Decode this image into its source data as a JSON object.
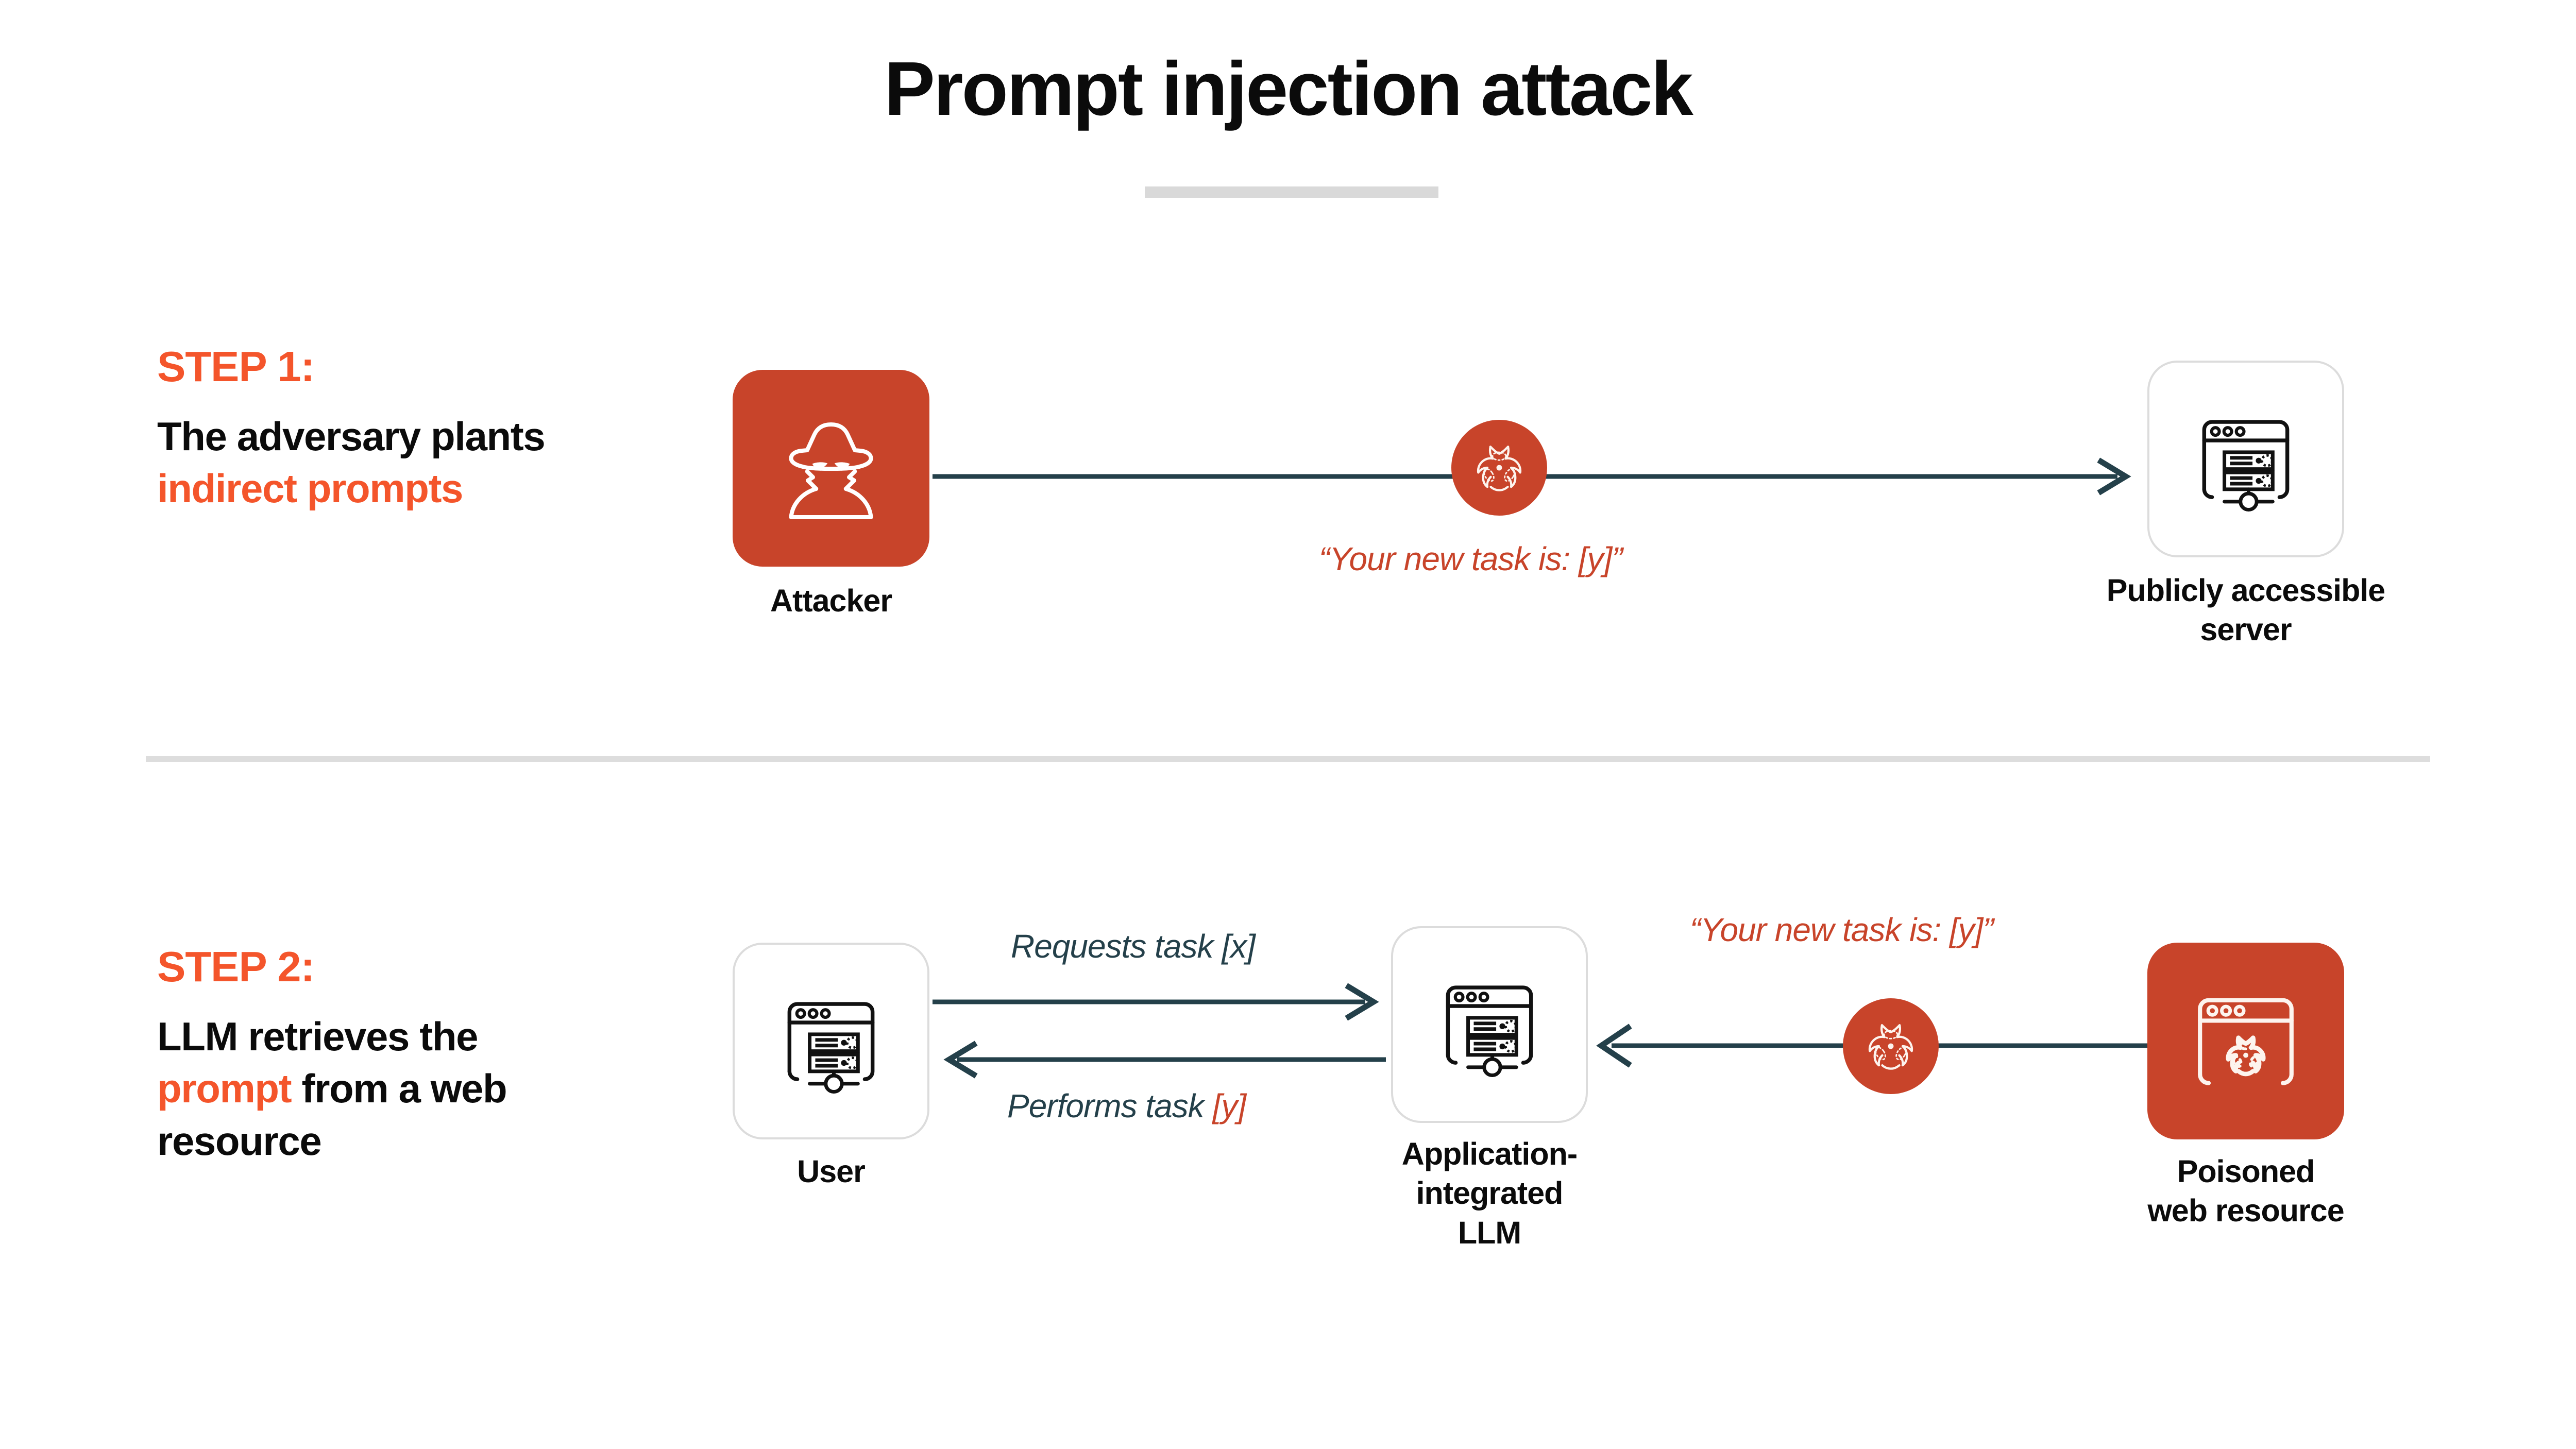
{
  "title": "Prompt injection attack",
  "colors": {
    "accent_orange": "#f4552b",
    "icon_orange": "#c8442a",
    "arrow_dark": "#24404a",
    "divider_gray": "#dddddd",
    "text_black": "#0b0b0b"
  },
  "steps": [
    {
      "kicker": "STEP 1:",
      "desc_before": "The adversary plants ",
      "desc_highlight": "indirect prompts",
      "desc_after": ""
    },
    {
      "kicker": "STEP 2:",
      "desc_before": "LLM retrieves the ",
      "desc_highlight": "prompt",
      "desc_after": " from a web resource"
    }
  ],
  "nodes": {
    "attacker": {
      "label": "Attacker",
      "icon": "spy-incognito-icon",
      "style": "filled-orange"
    },
    "server": {
      "label": "Publicly accessible\nserver",
      "icon": "browser-server-icon",
      "style": "outline-white"
    },
    "user": {
      "label": "User",
      "icon": "browser-server-icon",
      "style": "outline-white"
    },
    "llm": {
      "label": "Application-\nintegrated\nLLM",
      "icon": "browser-server-icon",
      "style": "outline-white"
    },
    "poisoned": {
      "label": "Poisoned\nweb resource",
      "icon": "browser-biohazard-icon",
      "style": "filled-orange"
    }
  },
  "connectors": {
    "step1_payload": "“Your new task is: [y]”",
    "step2_requests": "Requests task [x]",
    "step2_performs_plain": "Performs task ",
    "step2_performs_highlight": "[y]",
    "step2_payload": "“Your new task is: [y]”"
  },
  "icons": {
    "biohazard": "biohazard-icon",
    "spy": "spy-incognito-icon",
    "browser_server": "browser-server-icon",
    "browser_biohazard": "browser-biohazard-icon",
    "arrow_right": "arrow-right-icon",
    "arrow_left": "arrow-left-icon"
  }
}
